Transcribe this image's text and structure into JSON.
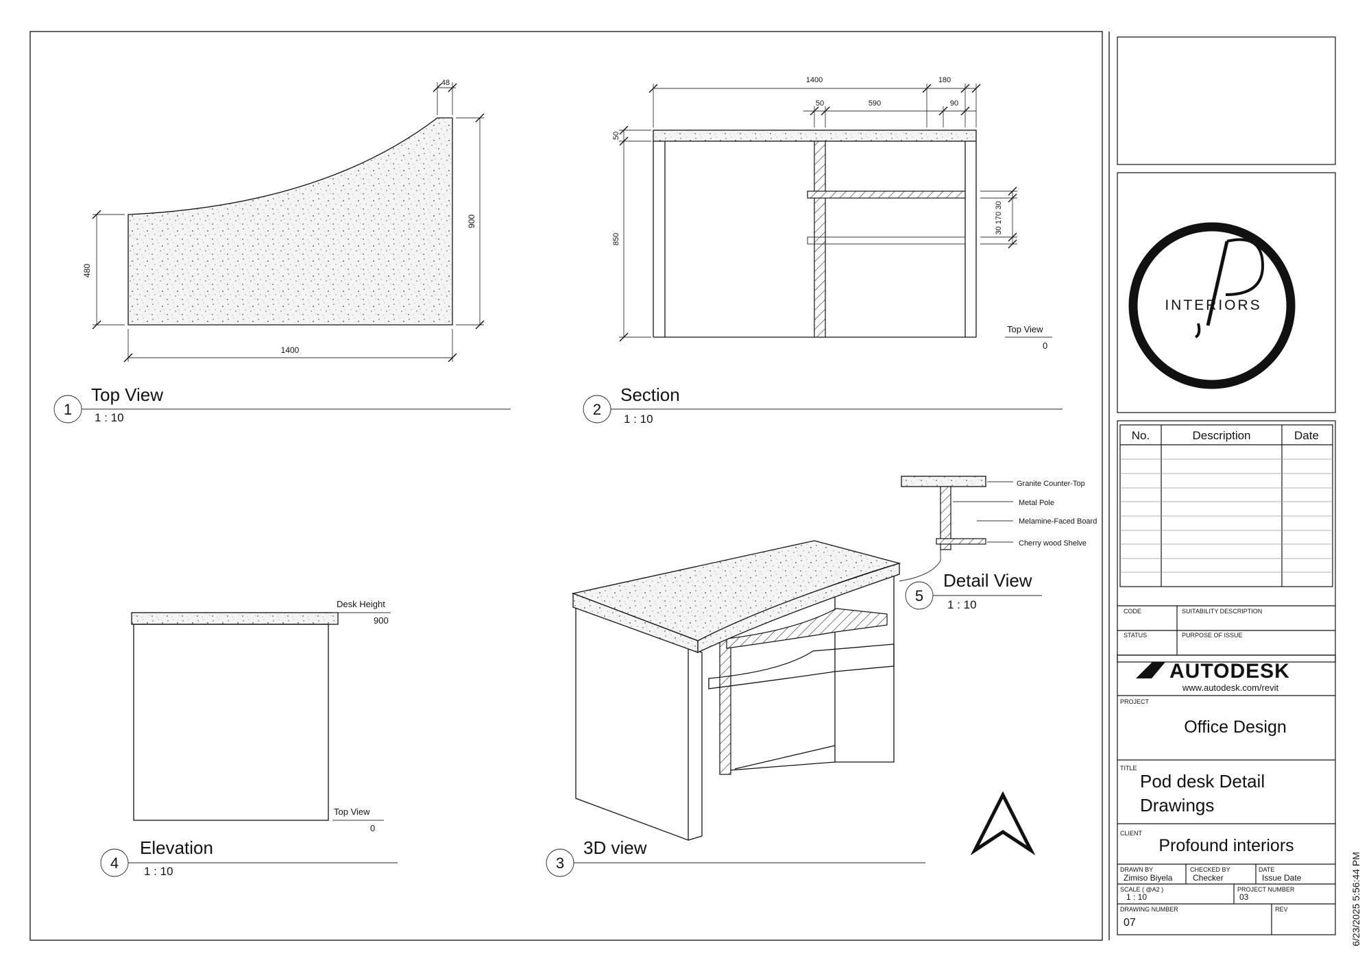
{
  "views": {
    "top_view": {
      "number": "1",
      "title": "Top View",
      "scale": "1 : 10",
      "dims": {
        "width": "1400",
        "left_height": "480",
        "right_height": "900",
        "top_offset": "48"
      }
    },
    "section": {
      "number": "2",
      "title": "Section",
      "scale": "1 : 10",
      "dims": {
        "overall": "1400",
        "right_overhang": "180",
        "pole": "50",
        "shelf_depth": "590",
        "shelf_gap": "90",
        "top_thickness": "50",
        "height": "850",
        "shelf_spacing": "30 170 30"
      },
      "level_label": "Top View",
      "level_value": "0"
    },
    "elevation": {
      "number": "4",
      "title": "Elevation",
      "scale": "1 : 10",
      "top_label": "Desk Height",
      "top_value": "900",
      "level_label": "Top View",
      "level_value": "0"
    },
    "view_3d": {
      "number": "3",
      "title": "3D view"
    },
    "detail": {
      "number": "5",
      "title": "Detail View",
      "scale": "1 : 10",
      "callouts": [
        "Granite Counter-Top",
        "Metal Pole",
        "Melamine-Faced Board",
        "Cherry wood Shelve"
      ]
    }
  },
  "logo": {
    "text": "INTERIORS",
    "monogram": "P"
  },
  "revisions": {
    "headers": [
      "No.",
      "Description",
      "Date"
    ],
    "rows": 10
  },
  "title_block": {
    "code_label": "CODE",
    "suitability_label": "SUITABILITY DESCRIPTION",
    "status_label": "STATUS",
    "purpose_label": "PURPOSE OF ISSUE",
    "brand": "AUTODESK",
    "brand_url": "www.autodesk.com/revit",
    "project_label": "PROJECT",
    "project": "Office Design",
    "title_label": "TITLE",
    "title_line1": "Pod desk Detail",
    "title_line2": "Drawings",
    "client_label": "CLIENT",
    "client": "Profound interiors",
    "drawn_by_label": "DRAWN BY",
    "drawn_by": "Zimiso Biyela",
    "checked_by_label": "CHECKED BY",
    "checked_by": "Checker",
    "date_label": "DATE",
    "date": "Issue Date",
    "scale_label": "SCALE ( @A2 )",
    "scale": "1 : 10",
    "project_number_label": "PROJECT NUMBER",
    "project_number": "03",
    "drawing_number_label": "DRAWING NUMBER",
    "drawing_number": "07",
    "rev_label": "REV"
  },
  "timestamp": "6/23/2025 5:56:44 PM",
  "north_arrow": "north-arrow-icon"
}
